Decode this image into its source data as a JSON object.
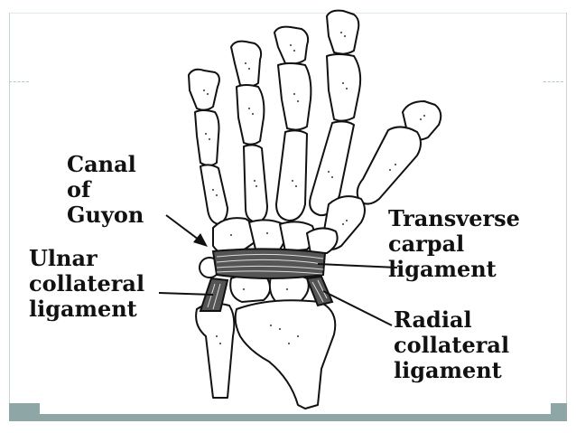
{
  "labels": {
    "canal": [
      "Canal",
      "of",
      "Guyon"
    ],
    "ulnar": [
      "Ulnar",
      "collateral",
      "ligament"
    ],
    "transverse": [
      "Transverse",
      "carpal",
      "ligament"
    ],
    "radial": [
      "Radial",
      "collateral",
      "ligament"
    ]
  },
  "colors": {
    "frame_bar": "#8fa6a6",
    "ink": "#111111",
    "ligament": "#555555"
  }
}
